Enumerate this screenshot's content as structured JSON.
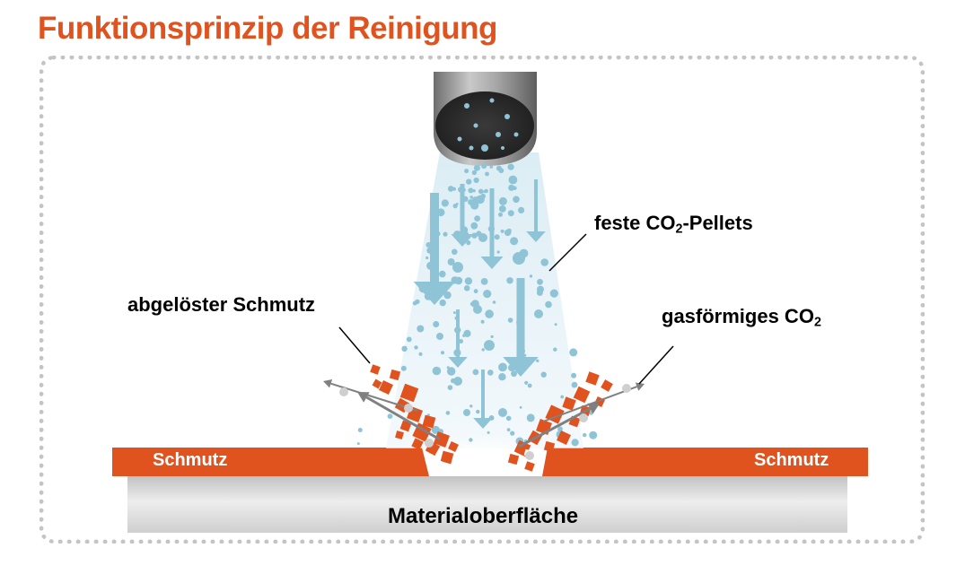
{
  "title": "Funktionsprinzip der Reinigung",
  "labels": {
    "pellets_main": "feste CO",
    "pellets_sub": "2",
    "pellets_tail": "-Pellets",
    "gas_main": "gasförmiges CO",
    "gas_sub": "2",
    "dirt_removed": "abgelöster Schmutz",
    "dirt_left": "Schmutz",
    "dirt_right": "Schmutz",
    "surface": "Materialoberfläche"
  },
  "colors": {
    "title": "#e0531f",
    "dirt": "#e0531f",
    "pellet": "#8fc3d6",
    "arrow_gas": "#808080",
    "surface": "#d9d9d9",
    "frame": "#c4c4c4"
  }
}
